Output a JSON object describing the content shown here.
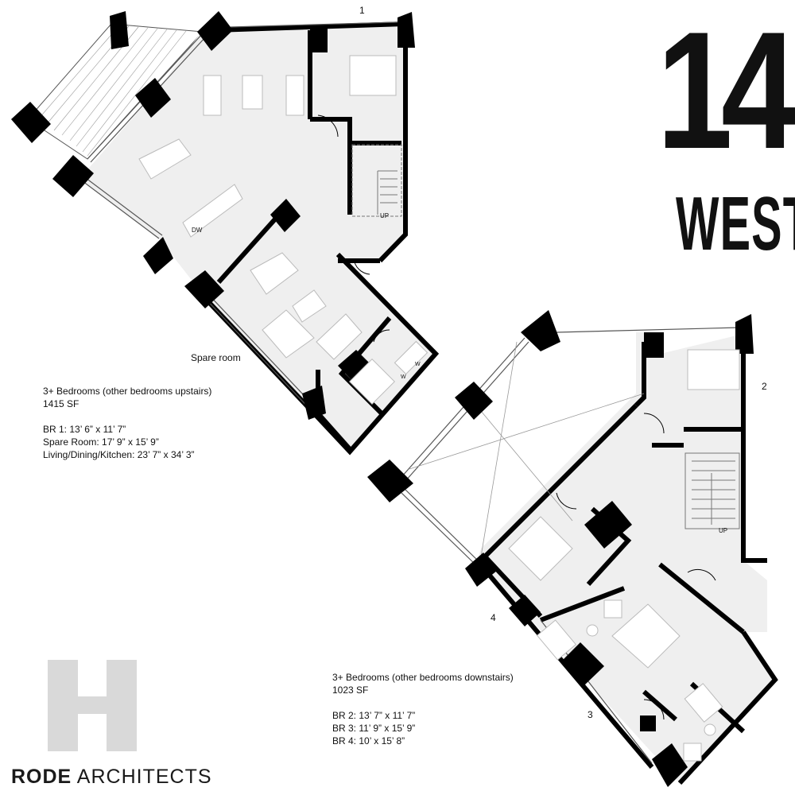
{
  "unit_numbers": {
    "n1": "1",
    "n2": "2",
    "n3": "3",
    "n4": "4"
  },
  "room_labels": {
    "spare_room": "Spare room",
    "up_upper": "UP",
    "up_lower": "UP",
    "dw": "DW",
    "w1": "W",
    "w2": "W"
  },
  "unit_a": {
    "title": "3+ Bedrooms (other bedrooms upstairs)",
    "area": "1415 SF",
    "dims": [
      "BR 1: 13’ 6” x 11’ 7”",
      "Spare Room:  17’ 9” x 15’ 9”",
      "Living/Dining/Kitchen: 23’ 7” x 34’ 3”"
    ]
  },
  "unit_b": {
    "title": "3+ Bedrooms (other bedrooms downstairs)",
    "area": "1023 SF",
    "dims": [
      "BR 2: 13’ 7” x 11’ 7”",
      "BR 3:  11’ 9” x 15’ 9”",
      "BR 4: 10’ x 15’ 8”"
    ]
  },
  "logo": {
    "number": "14",
    "word": "WEST"
  },
  "firm": {
    "bold": "RODE",
    "rest": " ARCHITECTS"
  },
  "colors": {
    "floor": "#efefef",
    "wall": "#000000",
    "fixture": "#ffffff",
    "firm_mark": "#d9d9d9"
  },
  "icons": [
    "stair-icon",
    "door-swing-icon",
    "furniture-icon"
  ]
}
